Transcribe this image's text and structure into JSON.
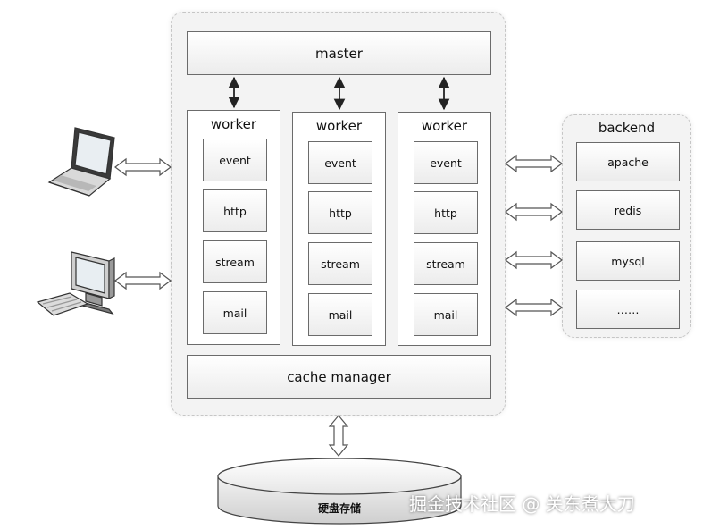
{
  "master": "master",
  "workers": [
    {
      "title": "worker",
      "modules": [
        "event",
        "http",
        "stream",
        "mail"
      ]
    },
    {
      "title": "worker",
      "modules": [
        "event",
        "http",
        "stream",
        "mail"
      ]
    },
    {
      "title": "worker",
      "modules": [
        "event",
        "http",
        "stream",
        "mail"
      ]
    }
  ],
  "cache_manager": "cache manager",
  "backend": {
    "title": "backend",
    "items": [
      "apache",
      "redis",
      "mysql",
      "……"
    ]
  },
  "disk": "硬盘存储",
  "watermark": "掘金技术社区 @ 关东煮大刀",
  "colors": {
    "border": "#6b6b6b",
    "panel": "#f3f3f3"
  }
}
